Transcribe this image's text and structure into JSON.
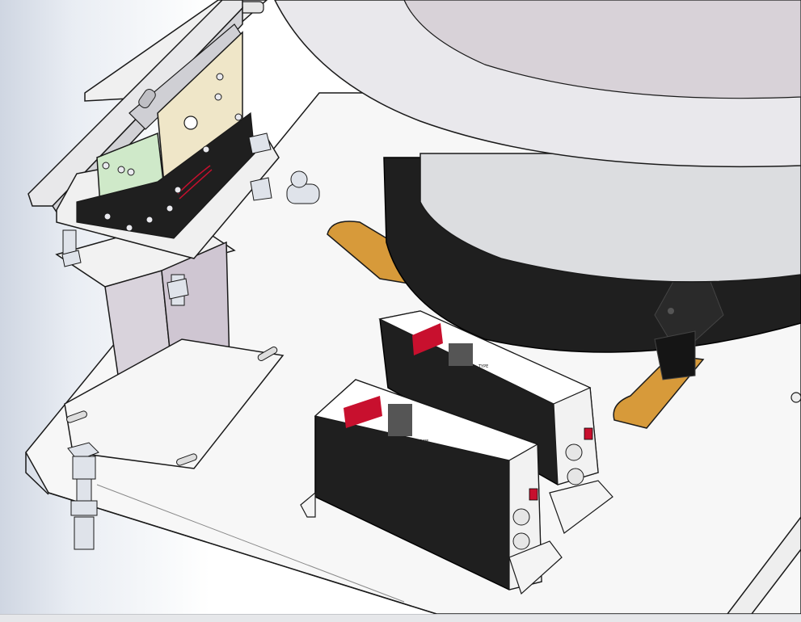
{
  "window": {
    "title": ""
  },
  "viewport": {
    "type": "cad-3d-model-view",
    "background_gradient": [
      "#cfd6e2",
      "#ffffff"
    ],
    "colors": {
      "outline": "#1a1a1a",
      "plate": "#f4f4f4",
      "steel": "#dcdde0",
      "black_part": "#1f1f1f",
      "bracket_orange": "#d79a3a",
      "display_red": "#c8102e",
      "beige_plate": "#efe6c8",
      "green_block": "#cfe9c9"
    },
    "components": [
      {
        "name": "vibratory-bowl-feeder"
      },
      {
        "name": "linear-feeder-rail"
      },
      {
        "name": "i-beam-support-post"
      },
      {
        "name": "base-plate"
      },
      {
        "name": "controller-box",
        "count": 2
      }
    ]
  },
  "controllers": [
    {
      "name": "controller-rear",
      "type_label": "TYPE"
    },
    {
      "name": "controller-front",
      "type_label": "TYPE"
    }
  ]
}
